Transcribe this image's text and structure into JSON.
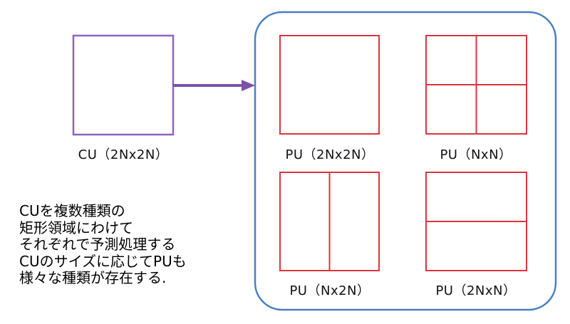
{
  "cu": {
    "label": "CU（2Nx2N）"
  },
  "pu_panel": {
    "pu_2Nx2N_label": "PU（2Nx2N）",
    "pu_NxN_label": "PU（NxN）",
    "pu_Nx2N_label": "PU（Nx2N）",
    "pu_2NxN_label": "PU（2NxN）"
  },
  "description": {
    "lines": [
      "CUを複数種類の",
      "矩形領域にわけて",
      "それぞれで予測処理する",
      "CUのサイズに応じてPUも",
      "様々な種類が存在する."
    ]
  },
  "colors": {
    "cu_border": "#8e63c0",
    "arrow": "#7c52a8",
    "pu_border": "#d9363e",
    "panel_border": "#4a7fc2"
  }
}
